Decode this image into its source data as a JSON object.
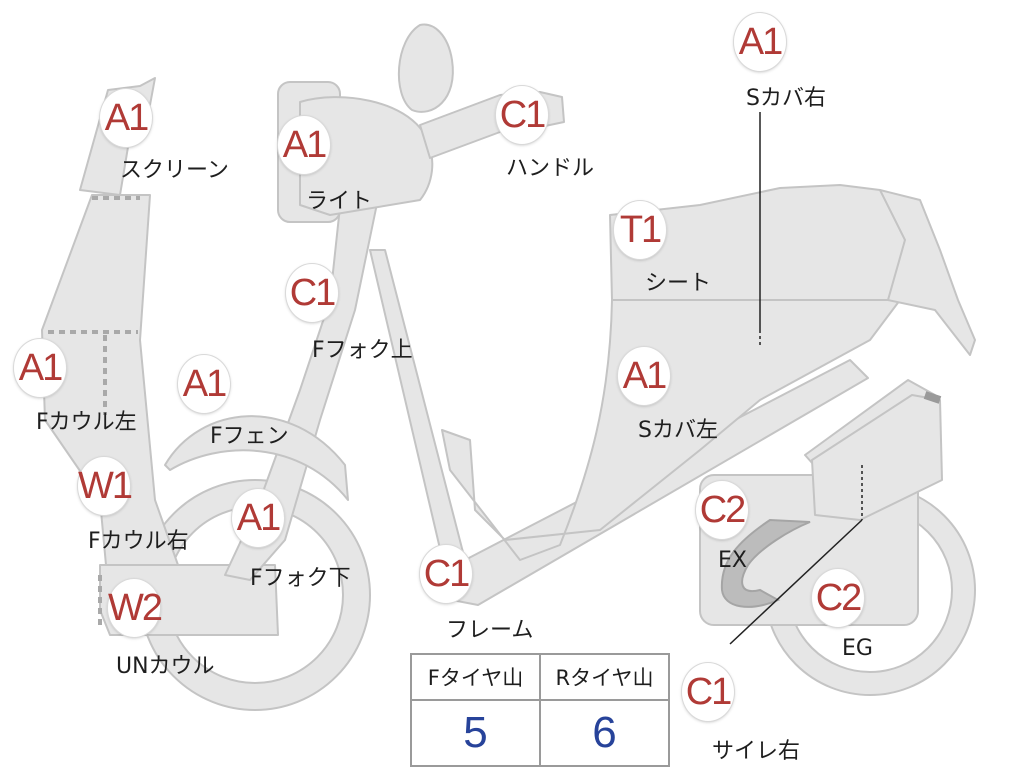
{
  "colors": {
    "part_fill": "#e6e6e6",
    "part_stroke": "#c4c4c4",
    "badge_text": "#b03a36",
    "value_text": "#27439a"
  },
  "parts": [
    {
      "key": "s_cover_right",
      "grade": "A1",
      "label": "Sカバ右"
    },
    {
      "key": "screen",
      "grade": "A1",
      "label": "スクリーン"
    },
    {
      "key": "light",
      "grade": "A1",
      "label": "ライト"
    },
    {
      "key": "handle",
      "grade": "C1",
      "label": "ハンドル"
    },
    {
      "key": "seat",
      "grade": "T1",
      "label": "シート"
    },
    {
      "key": "f_fork_upper",
      "grade": "C1",
      "label": "Fフォク上"
    },
    {
      "key": "f_cowl_left",
      "grade": "A1",
      "label": "Fカウル左"
    },
    {
      "key": "f_fender",
      "grade": "A1",
      "label": "Fフェン"
    },
    {
      "key": "s_cover_left",
      "grade": "A1",
      "label": "Sカバ左"
    },
    {
      "key": "f_cowl_right",
      "grade": "W1",
      "label": "Fカウル右"
    },
    {
      "key": "f_fork_lower",
      "grade": "A1",
      "label": "Fフォク下"
    },
    {
      "key": "exhaust",
      "grade": "C2",
      "label": "EX"
    },
    {
      "key": "frame",
      "grade": "C1",
      "label": "フレーム"
    },
    {
      "key": "under_cowl",
      "grade": "W2",
      "label": "UNカウル"
    },
    {
      "key": "engine",
      "grade": "C2",
      "label": "EG"
    },
    {
      "key": "silencer_right",
      "grade": "C1",
      "label": "サイレ右"
    }
  ],
  "tire_table": {
    "front_header": "Fタイヤ山",
    "rear_header": "Rタイヤ山",
    "front_value": "5",
    "rear_value": "6"
  }
}
